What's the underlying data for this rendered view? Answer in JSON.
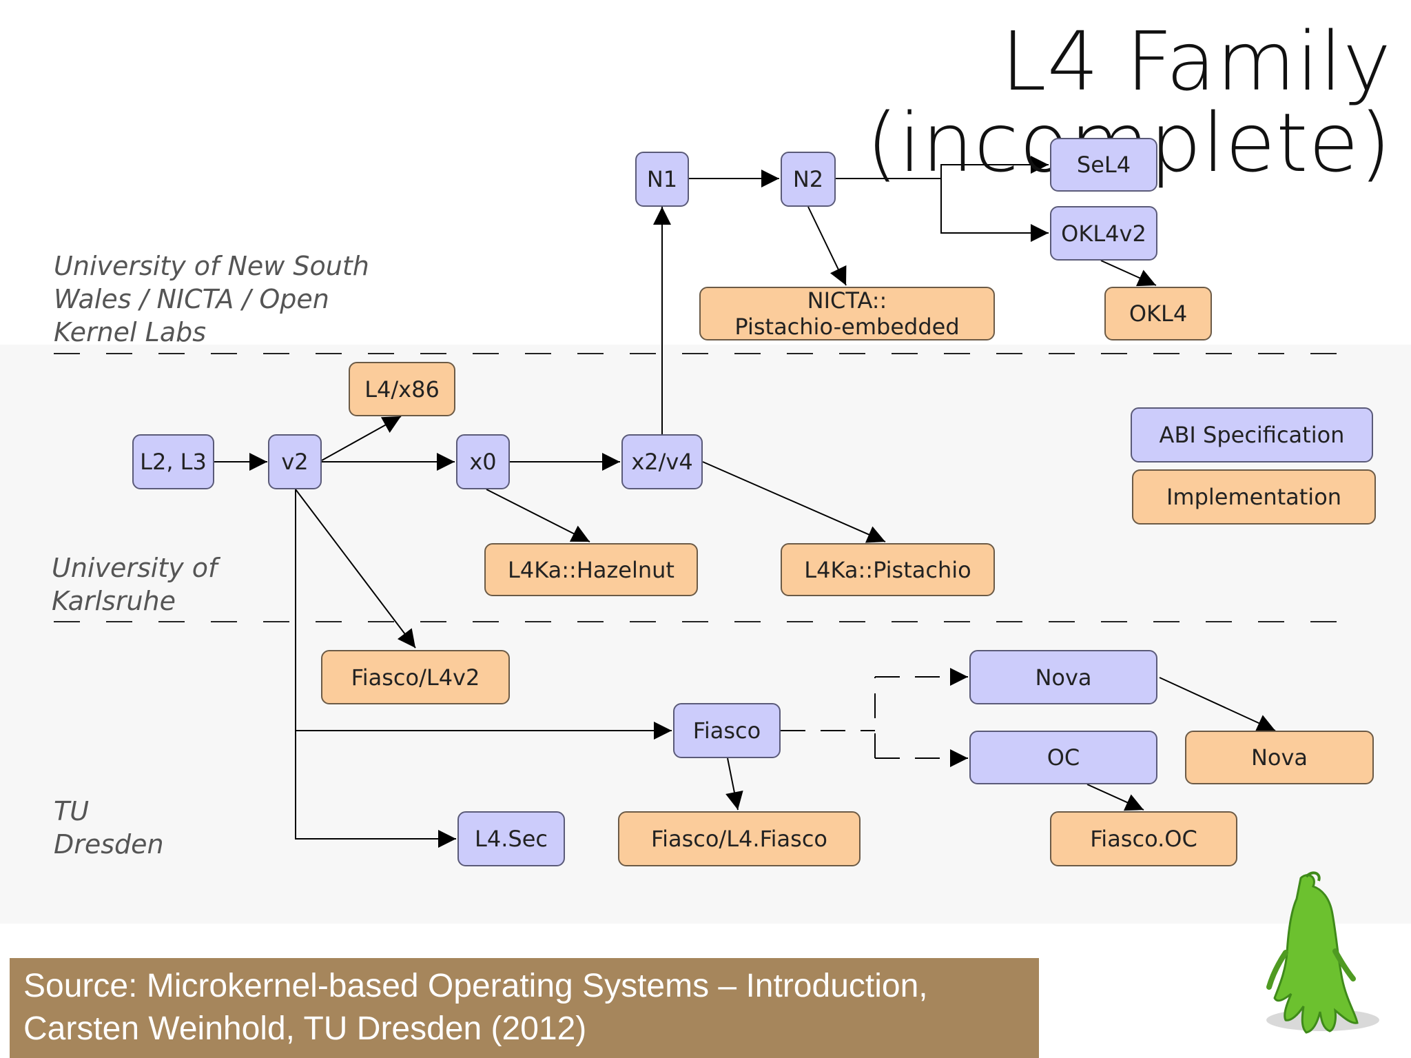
{
  "title": "L4 Family (incomplete)",
  "regions": {
    "unsw": [
      "University of New South",
      "Wales / NICTA / Open",
      "Kernel Labs"
    ],
    "karlsruhe": [
      "University of",
      "Karlsruhe"
    ],
    "dresden": [
      "TU",
      "Dresden"
    ]
  },
  "legend": {
    "abi": "ABI Specification",
    "impl": "Implementation"
  },
  "nodes": {
    "l2l3": "L2, L3",
    "v2": "v2",
    "x0": "x0",
    "x2v4": "x2/v4",
    "n1": "N1",
    "n2": "N2",
    "sel4": "SeL4",
    "okl4v2": "OKL4v2",
    "okl4": "OKL4",
    "nicta_line1": "NICTA::",
    "nicta_line2": "Pistachio-embedded",
    "l4x86": "L4/x86",
    "hazelnut": "L4Ka::Hazelnut",
    "pistachio": "L4Ka::Pistachio",
    "fiasco_l4v2": "Fiasco/L4v2",
    "fiasco": "Fiasco",
    "nova_abi": "Nova",
    "oc": "OC",
    "nova_impl": "Nova",
    "fiasco_l4fiasco": "Fiasco/L4.Fiasco",
    "fiasco_oc": "Fiasco.OC",
    "l4sec": "L4.Sec"
  },
  "source": {
    "line1": "Source: Microkernel-based Operating Systems – Introduction,",
    "line2": "Carsten Weinhold, TU Dresden (2012)"
  },
  "colors": {
    "abi_fill": "#ccccfb",
    "impl_fill": "#fbcc9b",
    "source_band": "#a6865c",
    "mascot_green": "#6cc12f"
  },
  "icons": [
    "mascot-icon"
  ]
}
